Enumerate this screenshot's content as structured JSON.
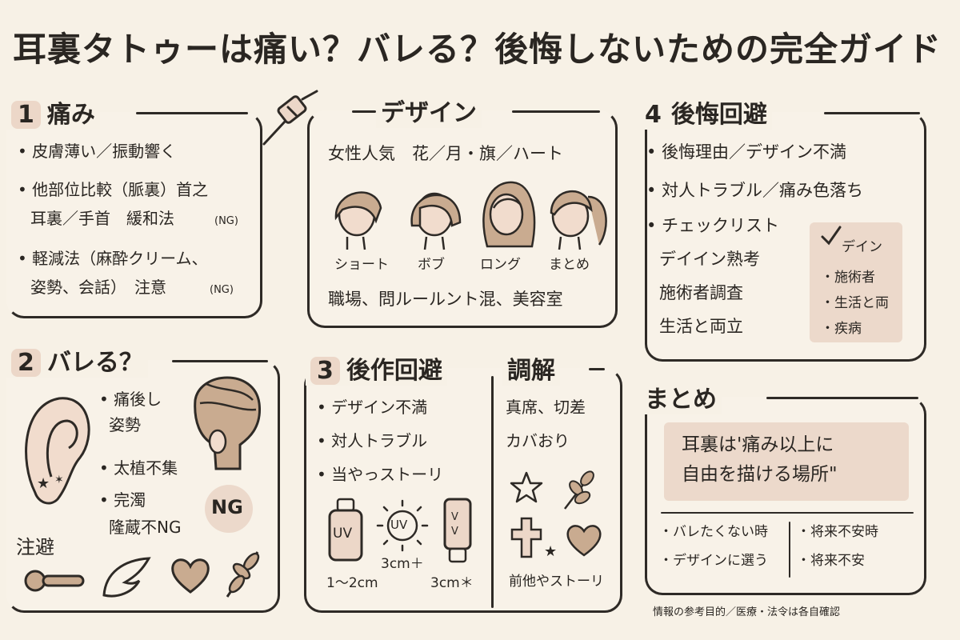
{
  "title": "耳裏タトゥーは痛い？バレる？後悔しないための完全ガイド",
  "pain": {
    "num": "1",
    "heading": "痛み",
    "items": [
      "• 皮膚薄い／振動響く",
      "• 他部位比較（脈裏）首之",
      "耳裏／手首　緩和法",
      "• 軽減法（麻酔クリーム、",
      "姿勢、会話）　注意"
    ],
    "ng": "(NG)"
  },
  "design": {
    "heading": "デザイン",
    "popular": "女性人気　花／月・旗／ハート",
    "hairstyles": [
      "ショート",
      "ボブ",
      "ロング",
      "まとめ"
    ],
    "places": "職場、問ルールント混、美容室"
  },
  "regret": {
    "num": "4",
    "heading": "後悔回避",
    "items": [
      "• 後悔理由／デザイン不満",
      "• 対人トラブル／痛み色落ち",
      "• チェックリスト",
      "デイイン熟考",
      "施術者調査",
      "生活と両立"
    ],
    "card": [
      "デイン",
      "・施術者",
      "・生活と両",
      "・疾病"
    ]
  },
  "exposure": {
    "num": "2",
    "heading": "バレる？",
    "items": [
      "• 痛後し",
      "姿勢",
      "• 太植不集",
      "• 完濁",
      "隆蔵不NG"
    ],
    "ng": "NG",
    "hide": "注避"
  },
  "aftercare": {
    "num": "3",
    "heading": "後作回避",
    "items": [
      "• デザイン不満",
      "• 対人トラブル",
      "• 当やっストーリ"
    ],
    "uv": "UV",
    "sizes": [
      "3cm＋",
      "1〜2cm",
      "3cm＊"
    ]
  },
  "adjust": {
    "heading": "調解",
    "items": [
      "真席、切差",
      "カバおり"
    ],
    "caption": "前他やストーリ"
  },
  "summary": {
    "heading": "まとめ",
    "message": "耳裏は'痛み以上に\n自由を描ける場所\"",
    "left": [
      "・バレたくない時",
      "・デザインに選う"
    ],
    "right": [
      "・将来不安時",
      "・将来不安"
    ]
  },
  "footer": "情報の参考目的／医療・法令は各自確認"
}
